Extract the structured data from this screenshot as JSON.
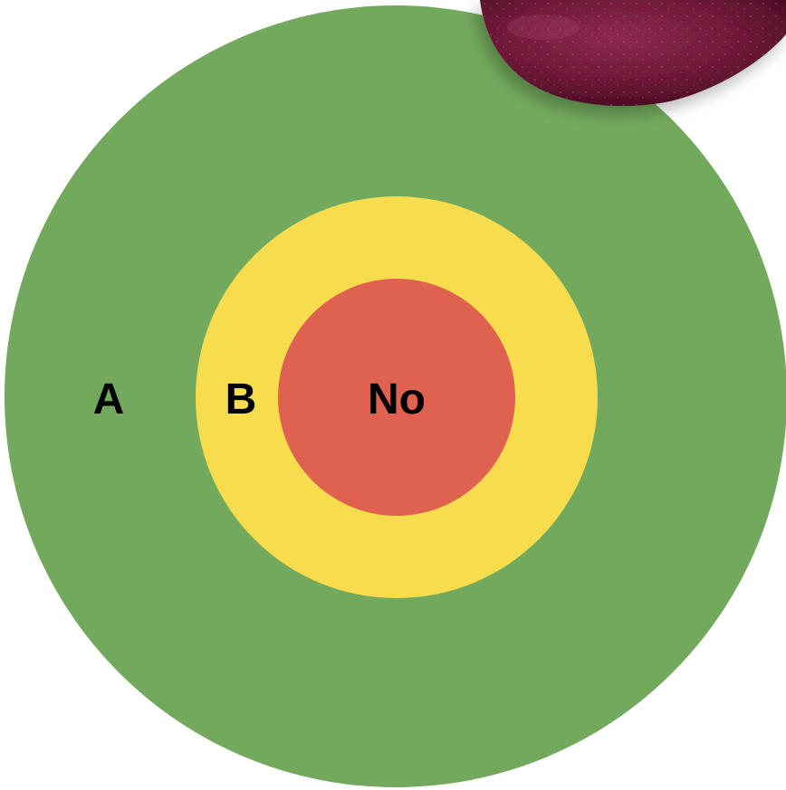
{
  "rings": [
    {
      "id": "outer",
      "label": "A",
      "color": "#73a95d"
    },
    {
      "id": "middle",
      "label": "B",
      "color": "#f7dd4e"
    },
    {
      "id": "inner",
      "label": "No",
      "color": "#df6250"
    }
  ],
  "decoration": {
    "object": "plum-fruit",
    "color": "#6e1838"
  }
}
